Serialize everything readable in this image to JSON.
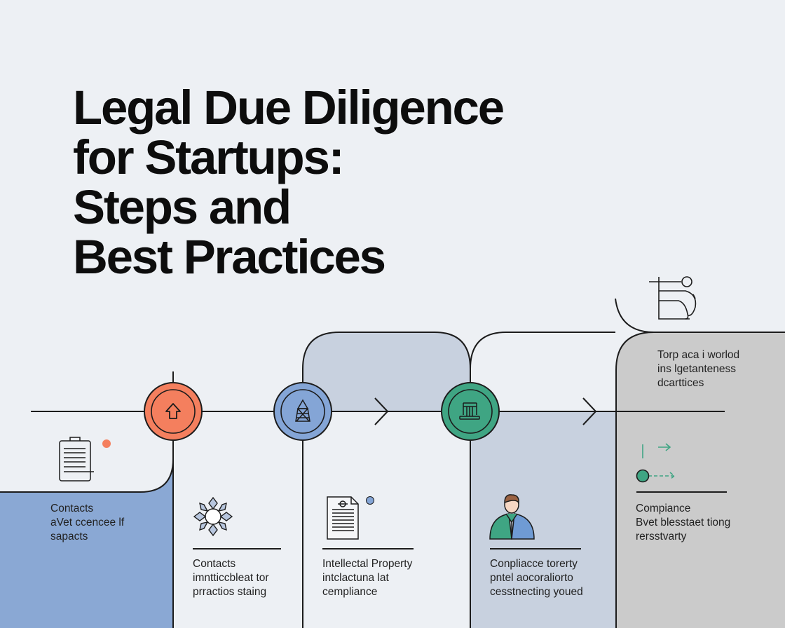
{
  "title": {
    "lines": [
      "Legal Due Diligence",
      "for Startups:",
      "Steps and",
      "Best Practices"
    ]
  },
  "colors": {
    "background": "#edf0f4",
    "panel_blue": "#8aa8d4",
    "panel_lightblue": "#c8d1df",
    "panel_gray": "#cbcbcb",
    "step_orange": "#f47f5e",
    "step_blue": "#84a5d6",
    "step_green": "#3fa583",
    "line": "#1c1c1c"
  },
  "steps": [
    {
      "id": 1,
      "icon": "upload-house-icon",
      "color": "#f47f5e"
    },
    {
      "id": 2,
      "icon": "tower-icon",
      "color": "#84a5d6"
    },
    {
      "id": 3,
      "icon": "building-icon",
      "color": "#3fa583"
    }
  ],
  "cards": [
    {
      "icon": "clipboard-icon",
      "lines": [
        "Contacts",
        "aVet ccencee lf",
        "sapacts"
      ]
    },
    {
      "icon": "snowflake-gear-icon",
      "lines": [
        "Contacts",
        "imntticcbleat tor",
        "prractios staing"
      ]
    },
    {
      "icon": "document-icon",
      "lines": [
        "Intellectal Property",
        "intclactuna lat",
        "cempliance"
      ]
    },
    {
      "icon": "person-icon",
      "lines": [
        "Conpliacce torerty",
        "pntel aocoraliorto",
        "cesstnecting youed"
      ]
    },
    {
      "icon": "flow-arrows-icon",
      "lines": [
        "Compiance",
        "Bvet blesstaet tiong",
        "rersstvarty"
      ]
    }
  ],
  "top_right_card": {
    "icon": "process-diagram-icon",
    "lines": [
      "Torp aca i worlod",
      "ins lgetanteness",
      "dcarttices"
    ]
  }
}
